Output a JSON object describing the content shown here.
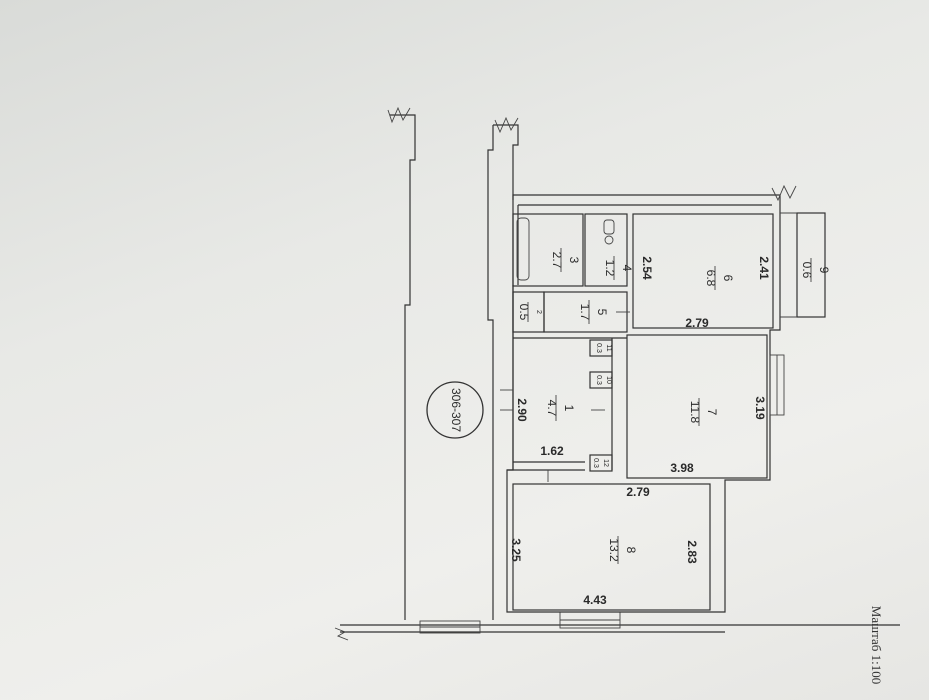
{
  "plan": {
    "building_number": "306-307",
    "scale_label": "Маштаб 1:100",
    "rooms": [
      {
        "num": "1",
        "area": "4.7"
      },
      {
        "num": "2",
        "area": "0.5"
      },
      {
        "num": "3",
        "area": "2.7"
      },
      {
        "num": "4",
        "area": "1.2"
      },
      {
        "num": "5",
        "area": "1.7"
      },
      {
        "num": "6",
        "area": "6.8"
      },
      {
        "num": "7",
        "area": "11.8"
      },
      {
        "num": "8",
        "area": "13.2"
      },
      {
        "num": "9",
        "area": "0.6"
      },
      {
        "num": "10",
        "area": "0.3"
      },
      {
        "num": "11",
        "area": "0.3"
      },
      {
        "num": "12",
        "area": "0.3"
      }
    ],
    "dimensions": {
      "d_254": "2.54",
      "d_279_top": "2.79",
      "d_241": "2.41",
      "d_290": "2.90",
      "d_319": "3.19",
      "d_162": "1.62",
      "d_398": "3.98",
      "d_279_mid": "2.79",
      "d_325": "3.25",
      "d_283": "2.83",
      "d_443": "4.43"
    }
  }
}
